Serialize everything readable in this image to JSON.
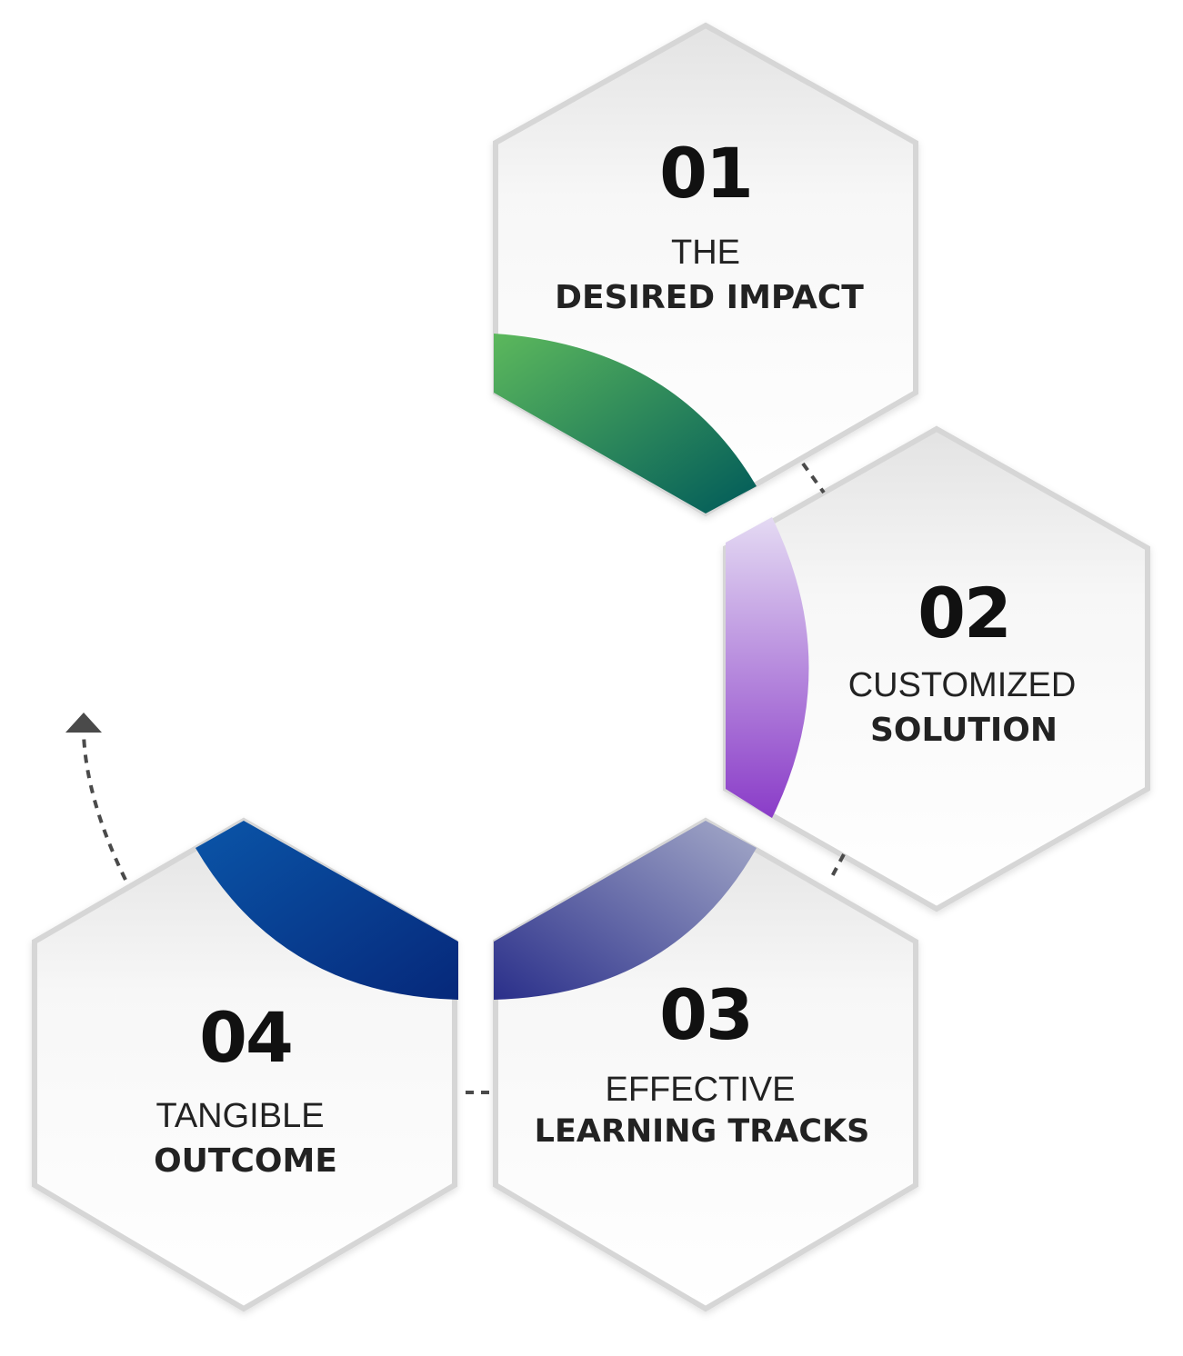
{
  "colors": {
    "step1_arc": [
      "#5cb85c",
      "#005a5a"
    ],
    "step2_arc": [
      "#e4daf3",
      "#8a3cc8"
    ],
    "step3_arc": [
      "#2a2f8a",
      "#9aa0c4"
    ],
    "step4_arc": [
      "#0a55a8",
      "#06287a"
    ],
    "dashes": "#4a4a4a"
  },
  "steps": [
    {
      "number": "01",
      "line1": "THE",
      "line2": "DESIRED IMPACT"
    },
    {
      "number": "02",
      "line1": "CUSTOMIZED",
      "line2": "SOLUTION"
    },
    {
      "number": "03",
      "line1": "EFFECTIVE",
      "line2": "LEARNING TRACKS"
    },
    {
      "number": "04",
      "line1": "TANGIBLE",
      "line2": "OUTCOME"
    }
  ]
}
